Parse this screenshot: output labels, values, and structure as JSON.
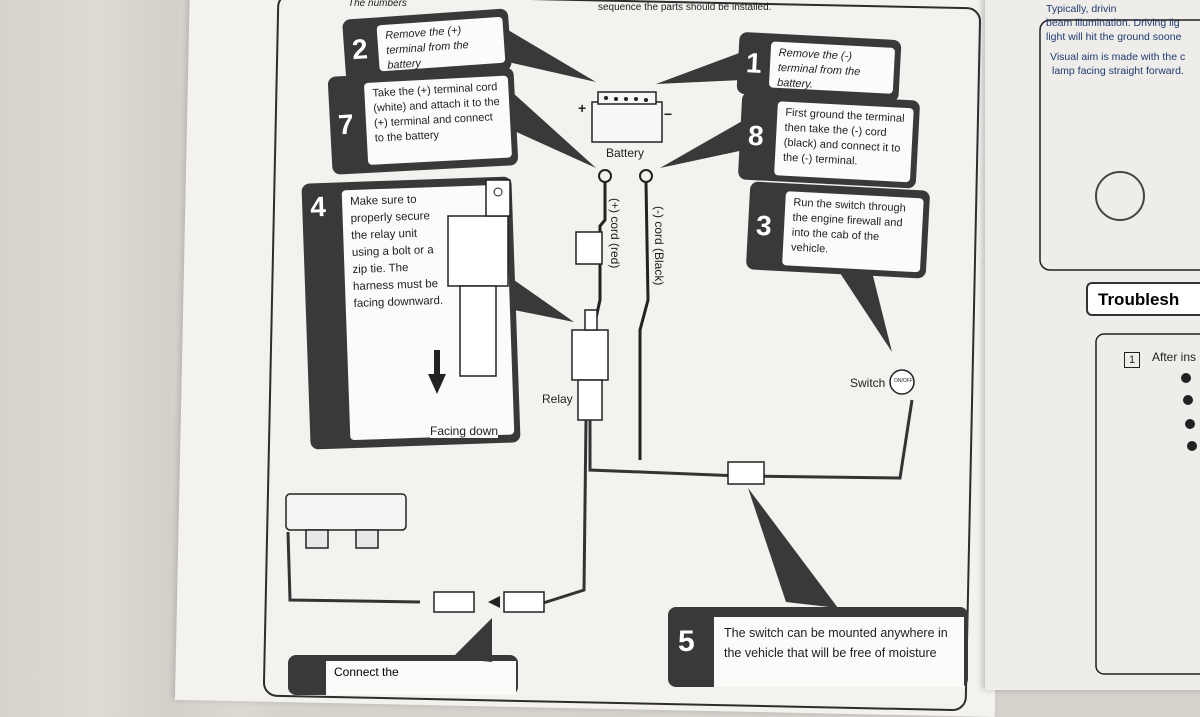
{
  "header": {
    "left_fragment": "The numbers",
    "center_fragment": "sequence the parts should be installed."
  },
  "steps": [
    {
      "num": "2",
      "text": "Remove the (+) terminal from the battery"
    },
    {
      "num": "1",
      "text": "Remove the (-) terminal from the battery."
    },
    {
      "num": "7",
      "text": "Take the (+) terminal cord (white) and attach it to the (+) terminal and connect to the battery"
    },
    {
      "num": "8",
      "text": "First ground the terminal then take the (-) cord (black) and connect it to the (-) terminal."
    },
    {
      "num": "4",
      "text": "Make sure to properly secure the relay unit using a bolt or a zip tie. The harness must be facing downward."
    },
    {
      "num": "3",
      "text": "Run the switch through the engine firewall and into the cab of the vehicle."
    },
    {
      "num": "5",
      "text": "The switch can be mounted anywhere in the vehicle that will be free of moisture"
    }
  ],
  "labels": {
    "battery": "Battery",
    "plus_sign": "+",
    "minus_sign": "−",
    "relay": "Relay",
    "switch": "Switch",
    "switch_button": "ON/OFF",
    "facing_down": "Facing down",
    "plus_cord": "(+) cord (red)",
    "minus_cord": "(-) cord (Black)"
  },
  "bottom_left_fragment": "Connect the ",
  "right_page": {
    "lines": [
      "Typically, drivin",
      "beam illumination. Driving lig",
      "light will hit the ground soone",
      "Visual aim is made with the c",
      "lamp facing straight forward."
    ],
    "troubleshooting": "Troublesh",
    "item1_num": "1",
    "item1_text": "After ins"
  }
}
